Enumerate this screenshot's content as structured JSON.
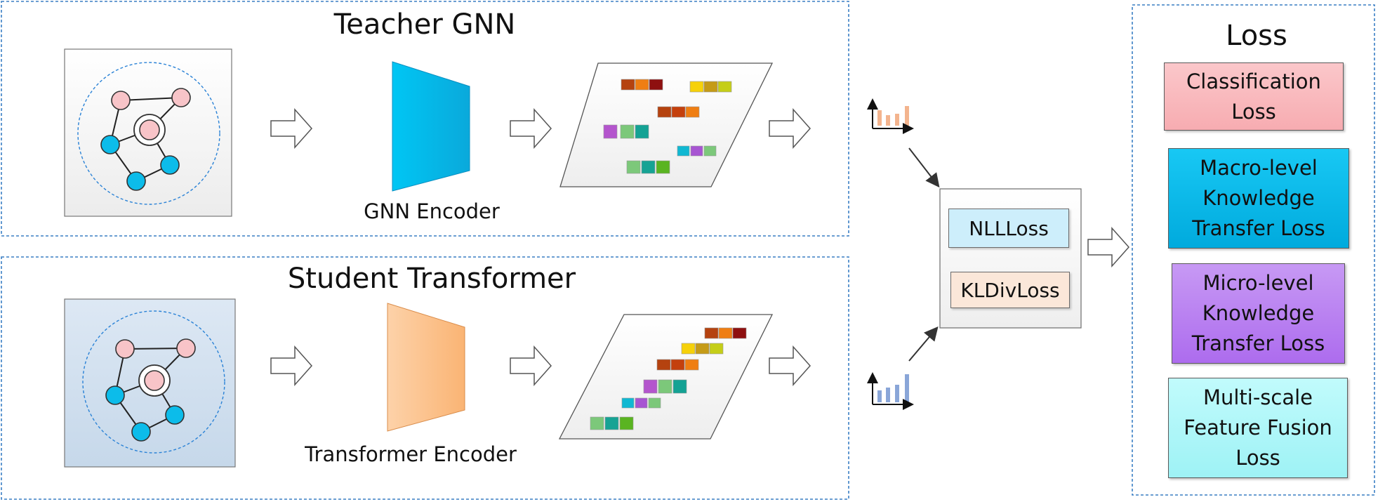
{
  "teacher": {
    "title": "Teacher GNN",
    "encoder_label": "GNN Encoder"
  },
  "student": {
    "title": "Student Transformer",
    "encoder_label": "Transformer Encoder"
  },
  "fusion": {
    "nll": "NLLLoss",
    "kldiv": "KLDivLoss"
  },
  "loss_panel": {
    "title": "Loss",
    "items": [
      {
        "label": "Classification\nLoss",
        "color": "#f9b9bd"
      },
      {
        "label": "Macro-level\nKnowledge\nTransfer Loss",
        "color": "#00b8e8"
      },
      {
        "label": "Micro-level\nKnowledge\nTransfer Loss",
        "color": "#b77ef0"
      },
      {
        "label": "Multi-scale\nFeature Fusion\nLoss",
        "color": "#a8f6f8"
      }
    ]
  },
  "colors": {
    "teacher_encoder": "#0ec2ef",
    "student_encoder": "#fbbf86",
    "panel_border": "#3a7fc4",
    "node_pink": "#f8c4c8",
    "node_blue": "#0cbcea",
    "teacher_bars": "#f3b48e",
    "student_bars": "#8aa6d8"
  }
}
